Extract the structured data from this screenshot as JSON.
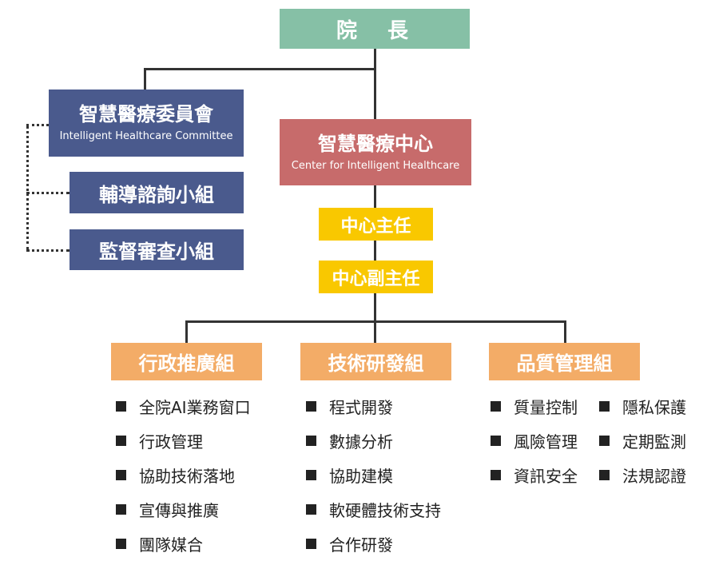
{
  "dean": {
    "label": "院　長"
  },
  "committee": {
    "name_zh": "智慧醫療委員會",
    "name_en": "Intelligent Healthcare Committee",
    "subgroups": [
      "輔導諮詢小組",
      "監督審查小組"
    ]
  },
  "center": {
    "name_zh": "智慧醫療中心",
    "name_en": "Center for Intelligent Healthcare",
    "director": "中心主任",
    "deputy_director": "中心副主任"
  },
  "divisions": [
    {
      "name": "行政推廣組",
      "tasks": [
        "全院AI業務窗口",
        "行政管理",
        "協助技術落地",
        "宣傳與推廣",
        "團隊媒合"
      ]
    },
    {
      "name": "技術研發組",
      "tasks": [
        "程式開發",
        "數據分析",
        "協助建模",
        "軟硬體技術支持",
        "合作研發"
      ]
    },
    {
      "name": "品質管理組",
      "tasks_left": [
        "質量控制",
        "風險管理",
        "資訊安全"
      ],
      "tasks_right": [
        "隱私保護",
        "定期監測",
        "法規認證"
      ]
    }
  ],
  "colors": {
    "dean": "#86c0a6",
    "committee": "#4a5a8d",
    "center": "#c76b6b",
    "director": "#f9c800",
    "division": "#f3ac67",
    "connector": "#333333"
  }
}
